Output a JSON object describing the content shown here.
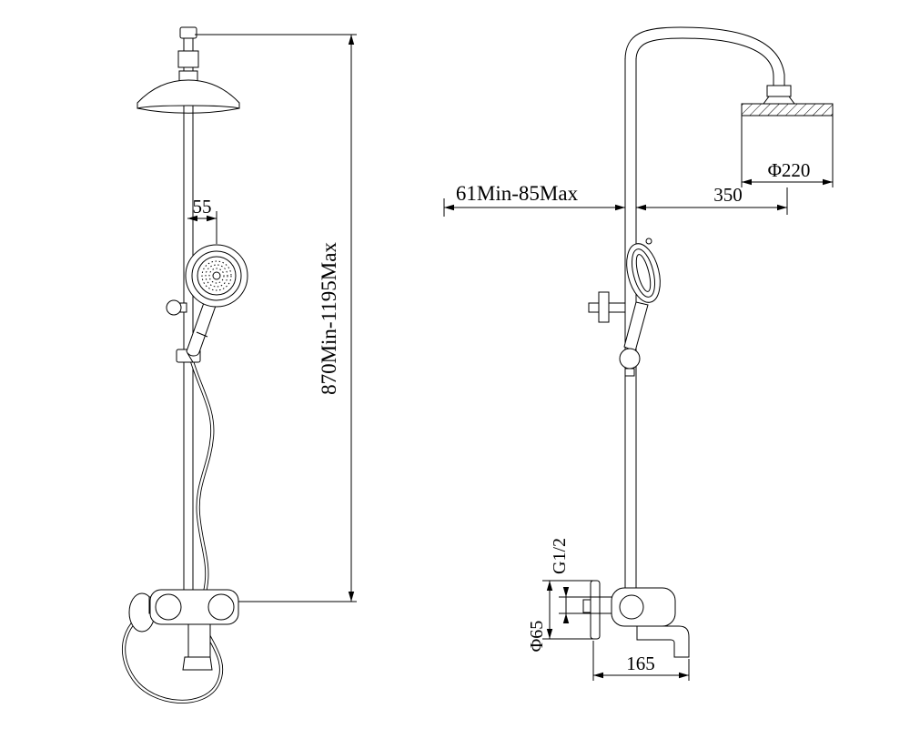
{
  "drawing": {
    "kind": "shower-column-technical-drawing",
    "colors": {
      "line": "#000000",
      "background": "#ffffff"
    }
  },
  "labels": {
    "offset_55": "55",
    "height_range": "870Min-1195Max",
    "holder_range": "61Min-85Max",
    "arm_reach": "350",
    "head_diameter": "Φ220",
    "thread": "G1/2",
    "flange_diameter": "Φ65",
    "spout_reach": "165"
  }
}
